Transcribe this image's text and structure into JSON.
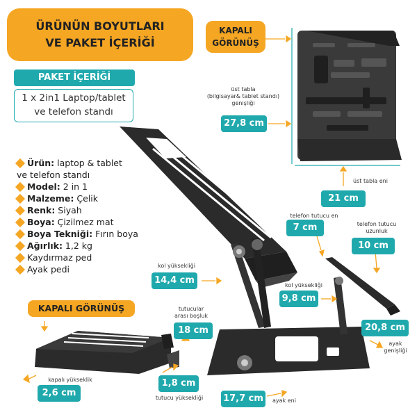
{
  "header": {
    "line1": "ÜRÜNÜN BOYUTLARI",
    "line2": "VE PAKET İÇERİĞİ"
  },
  "closed_view_top": {
    "line1": "KAPALI",
    "line2": "GÖRÜNÜŞ"
  },
  "package": {
    "title": "PAKET İÇERİĞİ",
    "line1": "1 x 2in1 Laptop/tablet",
    "line2": "ve telefon standı"
  },
  "specs": [
    {
      "label": "Ürün:",
      "value": " laptop & tablet"
    },
    {
      "label": "",
      "value": "ve telefon standı"
    },
    {
      "label": "Model:",
      "value": " 2 in 1"
    },
    {
      "label": "Malzeme:",
      "value": " Çelik"
    },
    {
      "label": "Renk:",
      "value": " Siyah"
    },
    {
      "label": "Boya:",
      "value": " Çizilmez mat"
    },
    {
      "label": "Boya Tekniği:",
      "value": " Fırın boya"
    },
    {
      "label": "Ağırlık:",
      "value": " 1,2 kg"
    },
    {
      "label": "",
      "value": "Kaydırmaz ped"
    },
    {
      "label": "",
      "value": "Ayak pedi"
    }
  ],
  "closed_view_bottom": "KAPALI GÖRÜNÜŞ",
  "measurements": {
    "top_width": {
      "value": "27,8 cm",
      "line1": "üst tabla",
      "line2": "(bilgisayar& tablet standı)",
      "line3": "genişliği"
    },
    "top_depth": {
      "value": "21 cm",
      "label": "üst tabla eni"
    },
    "phone_holder_width": {
      "value": "7 cm",
      "label": "telefon tutucu en"
    },
    "phone_holder_length": {
      "value": "10 cm",
      "line1": "telefon tutucu",
      "line2": "uzunluk"
    },
    "arm_height": {
      "value": "14,4 cm",
      "label": "kol yüksekliği"
    },
    "arm_height_phone": {
      "value": "9,8 cm",
      "label": "kol yüksekliği"
    },
    "holder_gap": {
      "value": "18 cm",
      "line1": "tutucular",
      "line2": "arası boşluk"
    },
    "foot_width": {
      "value": "20,8 cm",
      "line1": "ayak",
      "line2": "genişliği"
    },
    "closed_height": {
      "value": "2,6 cm",
      "label": "kapalı yükseklik"
    },
    "holder_height": {
      "value": "1,8 cm",
      "label": "tutucu yüksekliği"
    },
    "foot_depth": {
      "value": "17,7 cm",
      "label": "ayak eni"
    }
  },
  "colors": {
    "accent_orange": "#f5a623",
    "accent_teal": "#20a9ad",
    "product": "#2b2b2b"
  }
}
